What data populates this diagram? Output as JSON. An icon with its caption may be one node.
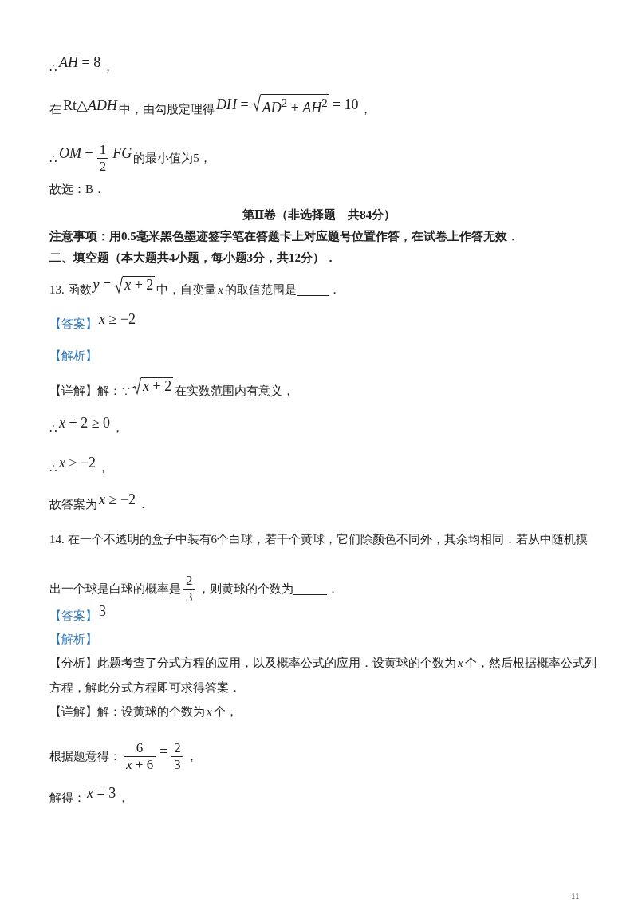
{
  "diagram": {
    "labels": [
      "∴",
      "*AH* = 8",
      "，",
      "在",
      "Rt△*ADH*",
      "中，由勾股定理得",
      "*DH* =",
      "*AD*$^{2}$ + *AH*$^{2}$",
      "= 10",
      "，",
      "∴",
      "*OM* +",
      "1",
      "2",
      "*FG*",
      "的最小值为5，",
      "故选：B．",
      "第Ⅱ卷（非选择题　共84分）",
      "注意事项：用0.5毫米黑色墨迹签字笔在答题卡上对应题号位置作答，在试卷上作答无效．",
      "二、填空题（本大题共4小题，每小题3分，共12分）．",
      "13. 函数",
      "*y* =",
      "*x* + 2",
      "中，自变量",
      "*x*",
      "的取值范围是",
      "．",
      "【答案】",
      "*x* ≥ −2",
      "【解析】",
      "【详解】解：∵",
      "*x* + 2",
      "在实数范围内有意义，",
      "∴",
      "*x* + 2 ≥ 0",
      "，",
      "∴",
      "*x* ≥ −2",
      "，",
      "故答案为",
      "*x* ≥ −2",
      "．",
      "14. 在一个不透明的盒子中装有6个白球，若干个黄球，它们除颜色不同外，其余均相同．若从中随机摸",
      "出一个球是白球的概率是",
      "2",
      "3",
      "，则黄球的个数为",
      "．",
      "【答案】",
      "3",
      "【解析】",
      "【分析】此题考查了分式方程的应用，以及概率公式的应用．设黄球的个数为",
      "*x*",
      "个，然后根据概率公式列",
      "方程，解此分式方程即可求得答案．",
      "【详解】解：设黄球的个数为",
      "*x*",
      "个，",
      "根据题意得：",
      "6",
      "*x* + 6",
      "=",
      "2",
      "3",
      "，",
      "解得：",
      "*x* = 3",
      "，",
      "11"
    ]
  }
}
